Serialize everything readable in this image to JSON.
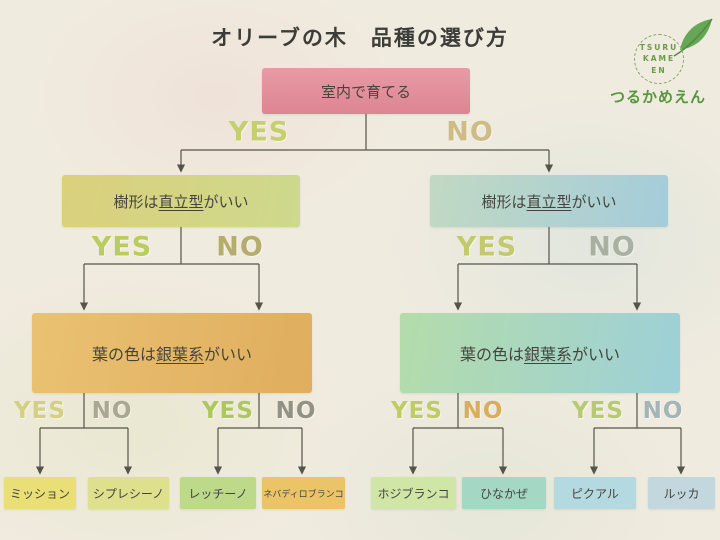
{
  "title": "オリーブの木　品種の選び方",
  "logo": {
    "circle_lines": [
      "TSURU",
      "KAME",
      "EN"
    ],
    "name": "つるかめえん"
  },
  "flow": {
    "root_question": "室内で育てる",
    "shape_question": {
      "pre": "樹形は",
      "em": "直立型",
      "post": "がいい"
    },
    "leafcolor_question": {
      "pre": "葉の色は",
      "em": "銀葉系",
      "post": "がいい"
    },
    "decisions": {
      "root": {
        "yes": "YES",
        "no": "NO",
        "yes_color": "#c2cf63",
        "no_color": "#ccb97e"
      },
      "shape_left": {
        "yes": "YES",
        "no": "NO",
        "yes_color": "#b5ca55",
        "no_color": "#b1a864"
      },
      "shape_right": {
        "yes": "YES",
        "no": "NO",
        "yes_color": "#c2c764",
        "no_color": "#a4ad9c"
      },
      "leaf_ll": {
        "yes": "YES",
        "no": "NO",
        "yes_color": "#d2ce7c",
        "no_color": "#a5a390"
      },
      "leaf_lr": {
        "yes": "YES",
        "no": "NO",
        "yes_color": "#a9c553",
        "no_color": "#8b8b7d"
      },
      "leaf_rl": {
        "yes": "YES",
        "no": "NO",
        "yes_color": "#bcca5c",
        "no_color": "#d8a84e"
      },
      "leaf_rr": {
        "yes": "YES",
        "no": "NO",
        "yes_color": "#b3c86a",
        "no_color": "#9db1b4"
      }
    },
    "varieties": [
      "ミッション",
      "シプレシーノ",
      "レッチーノ",
      "ネバディロブランコ",
      "ホジブランコ",
      "ひなかぜ",
      "ピクアル",
      "ルッカ"
    ]
  },
  "colors": {
    "background": "#f0ebdf",
    "root_box": "linear-gradient(180deg, #e89ba5, #dd8592)",
    "shape_left_box": "linear-gradient(100deg, #dbd07c, #cdd98d)",
    "shape_right_box": "linear-gradient(100deg, #c1d9c3, #a4ccda)",
    "leafcolor_left_box": "linear-gradient(100deg, #eac172, #dfae5e)",
    "leafcolor_right_box": "linear-gradient(100deg, #b4dcaa, #9dd0d8)",
    "variety_boxes": [
      "#eadf76",
      "#dfe08e",
      "#bdda8a",
      "#ecc468",
      "#cfe6a6",
      "#a5d7c5",
      "#b4d9e0",
      "#c3d8de"
    ],
    "line": "#55544a",
    "logo_green": "#57963e"
  }
}
